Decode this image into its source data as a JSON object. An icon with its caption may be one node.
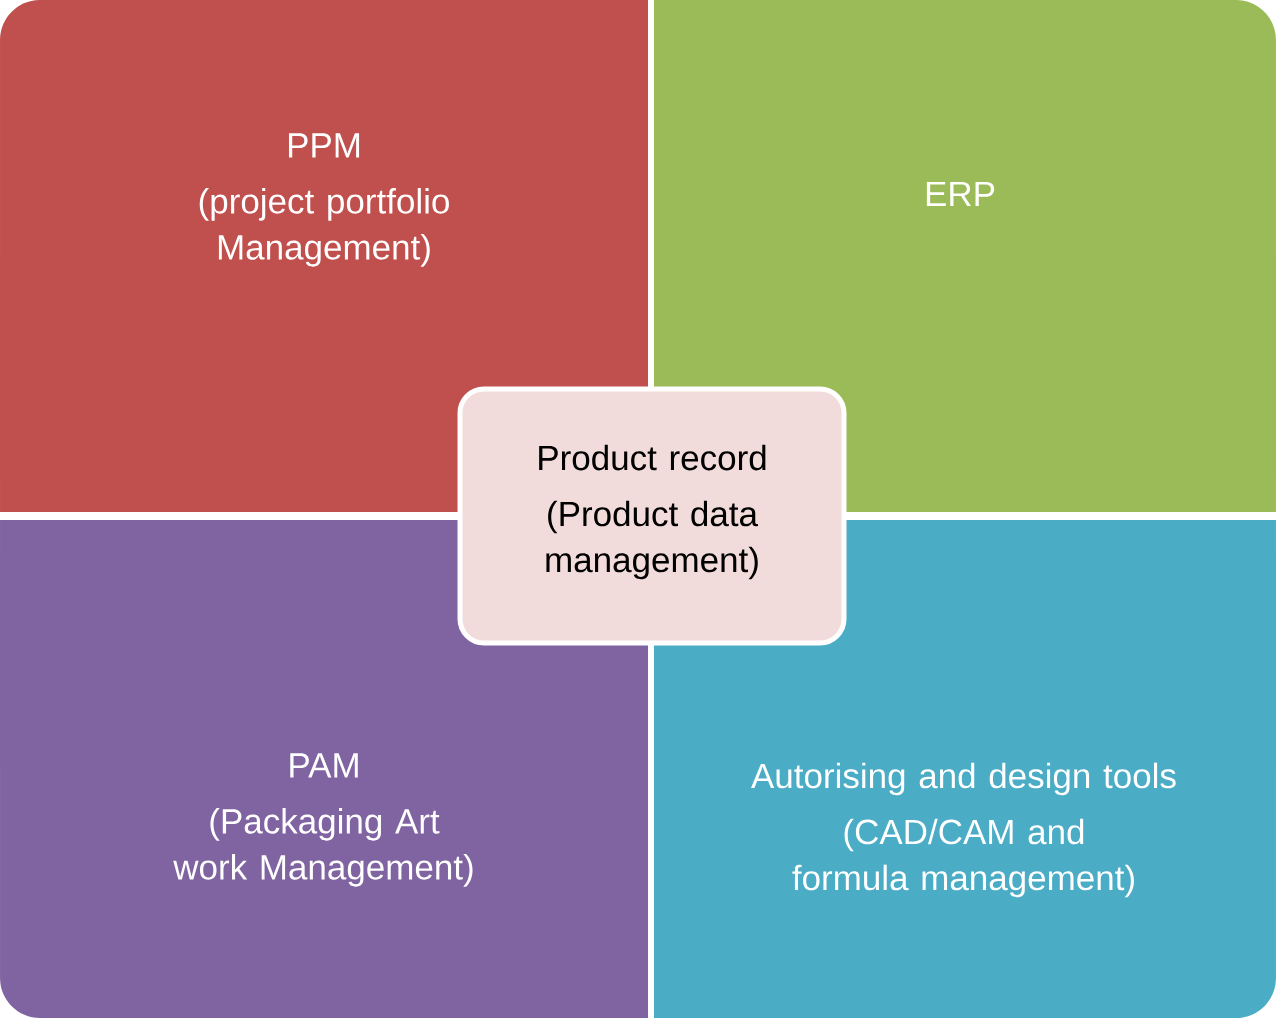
{
  "diagram": {
    "nodes": [
      {
        "text": [
          "PPM",
          "(project portfolio Management)"
        ]
      },
      {
        "text": [
          "ERP"
        ]
      },
      {
        "text": [
          "Product record",
          "(Product data management)"
        ]
      },
      {
        "text": [
          "PAM",
          "(Packaging Art work Management)"
        ]
      },
      {
        "text": [
          "Autorising and design tools",
          "(CAD/CAM and formula management)"
        ]
      }
    ]
  }
}
